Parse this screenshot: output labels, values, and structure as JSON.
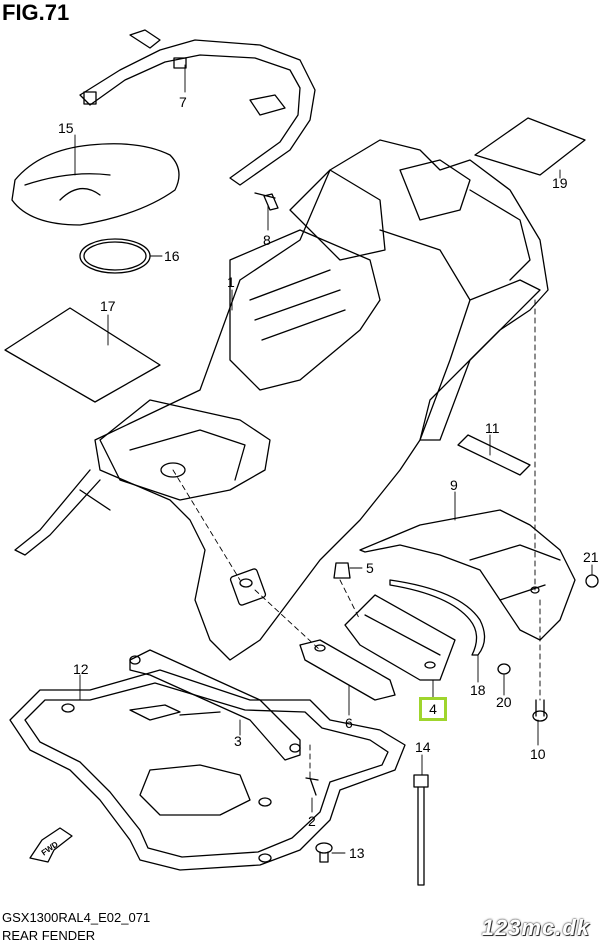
{
  "figure": {
    "title": "FIG.71",
    "model_code": "GSX1300RAL4_E02_071",
    "caption": "REAR FENDER",
    "watermark": "123mc.dk",
    "direction_tag": "FWD"
  },
  "callouts": [
    {
      "id": "1",
      "label": "1"
    },
    {
      "id": "2",
      "label": "2"
    },
    {
      "id": "3",
      "label": "3"
    },
    {
      "id": "4",
      "label": "4",
      "highlighted": true
    },
    {
      "id": "5",
      "label": "5"
    },
    {
      "id": "6",
      "label": "6"
    },
    {
      "id": "7",
      "label": "7"
    },
    {
      "id": "8",
      "label": "8"
    },
    {
      "id": "9",
      "label": "9"
    },
    {
      "id": "10",
      "label": "10"
    },
    {
      "id": "11",
      "label": "11"
    },
    {
      "id": "12",
      "label": "12"
    },
    {
      "id": "13",
      "label": "13"
    },
    {
      "id": "14",
      "label": "14"
    },
    {
      "id": "15",
      "label": "15"
    },
    {
      "id": "16",
      "label": "16"
    },
    {
      "id": "17",
      "label": "17"
    },
    {
      "id": "18",
      "label": "18"
    },
    {
      "id": "19",
      "label": "19"
    },
    {
      "id": "20",
      "label": "20"
    },
    {
      "id": "21",
      "label": "21"
    }
  ],
  "colors": {
    "line": "#000000",
    "highlight": "#9fd52d",
    "background": "#ffffff"
  }
}
